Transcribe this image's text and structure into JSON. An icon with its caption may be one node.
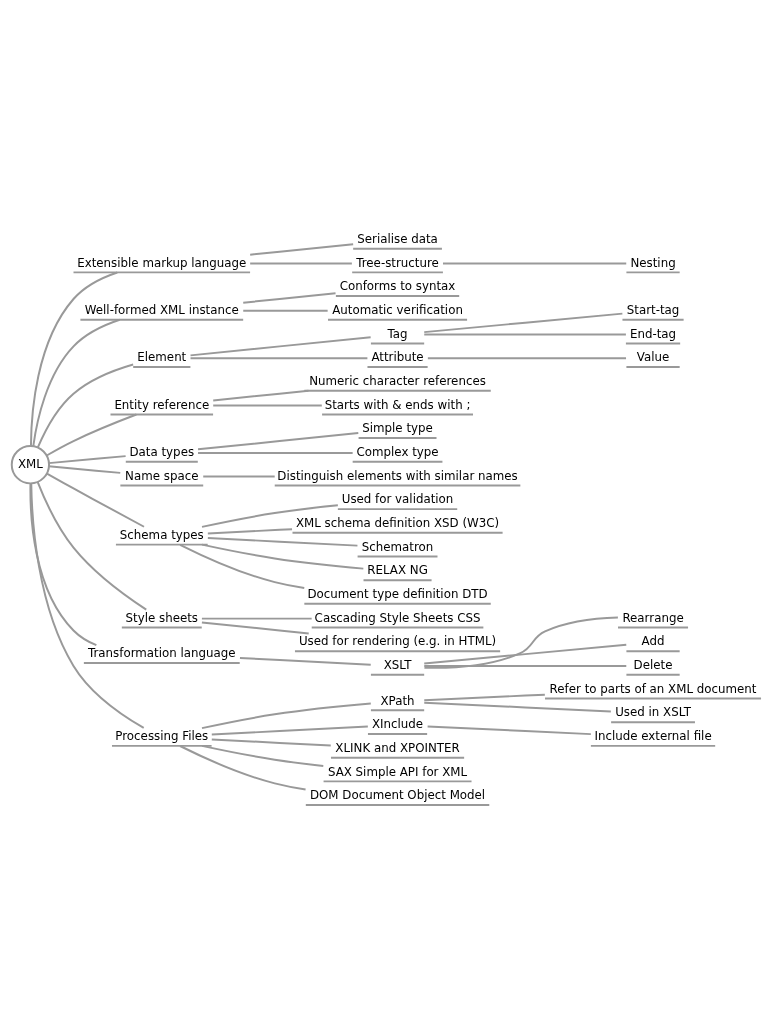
{
  "diagram": {
    "nodes": [
      {
        "text": [
          "XML"
        ]
      },
      {
        "text": [
          "Extensible markup language"
        ]
      },
      {
        "text": [
          "Serialise data"
        ]
      },
      {
        "text": [
          "Tree-structure"
        ]
      },
      {
        "text": [
          "Nesting"
        ]
      },
      {
        "text": [
          "Well-formed XML instance"
        ]
      },
      {
        "text": [
          "Conforms to syntax"
        ]
      },
      {
        "text": [
          "Automatic verification"
        ]
      },
      {
        "text": [
          "Element"
        ]
      },
      {
        "text": [
          "Tag"
        ]
      },
      {
        "text": [
          "Start-tag"
        ]
      },
      {
        "text": [
          "End-tag"
        ]
      },
      {
        "text": [
          "Attribute"
        ]
      },
      {
        "text": [
          "Value"
        ]
      },
      {
        "text": [
          "Entity reference"
        ]
      },
      {
        "text": [
          "Numeric character references"
        ]
      },
      {
        "text": [
          "Starts with & ends with ;"
        ]
      },
      {
        "text": [
          "Data types"
        ]
      },
      {
        "text": [
          "Simple type"
        ]
      },
      {
        "text": [
          "Complex type"
        ]
      },
      {
        "text": [
          "Name space"
        ]
      },
      {
        "text": [
          "Distinguish elements with similar names"
        ]
      },
      {
        "text": [
          "Schema types"
        ]
      },
      {
        "text": [
          "Used for validation"
        ]
      },
      {
        "text": [
          "XML schema definition XSD (W3C)"
        ]
      },
      {
        "text": [
          "Schematron"
        ]
      },
      {
        "text": [
          "RELAX NG"
        ]
      },
      {
        "text": [
          "Document type definition DTD"
        ]
      },
      {
        "text": [
          "Style sheets"
        ]
      },
      {
        "text": [
          "Cascading Style Sheets CSS"
        ]
      },
      {
        "text": [
          "Used for rendering (e.g. in HTML)"
        ]
      },
      {
        "text": [
          "Transformation language"
        ]
      },
      {
        "text": [
          "XSLT"
        ]
      },
      {
        "text": [
          "Rearrange"
        ]
      },
      {
        "text": [
          "Add"
        ]
      },
      {
        "text": [
          "Delete"
        ]
      },
      {
        "text": [
          "Processing Files"
        ]
      },
      {
        "text": [
          "XPath"
        ]
      },
      {
        "text": [
          "Refer to parts of an XML document"
        ]
      },
      {
        "text": [
          "Used in XSLT"
        ]
      },
      {
        "text": [
          "XInclude"
        ]
      },
      {
        "text": [
          "Include external file"
        ]
      },
      {
        "text": [
          "XLINK and XPOINTER"
        ]
      },
      {
        "text": [
          "SAX Simple API for XML"
        ]
      },
      {
        "text": [
          "DOM Document Object Model"
        ]
      }
    ],
    "edges": [
      {
        "from": 0,
        "to": 1,
        "arrow": "none"
      },
      {
        "from": 1,
        "to": 2,
        "arrow": "none"
      },
      {
        "from": 1,
        "to": 3,
        "arrow": "none"
      },
      {
        "from": 3,
        "to": 4,
        "arrow": "none"
      },
      {
        "from": 0,
        "to": 5,
        "arrow": "none"
      },
      {
        "from": 5,
        "to": 6,
        "arrow": "none"
      },
      {
        "from": 5,
        "to": 7,
        "arrow": "none"
      },
      {
        "from": 0,
        "to": 8,
        "arrow": "none"
      },
      {
        "from": 8,
        "to": 9,
        "arrow": "none"
      },
      {
        "from": 9,
        "to": 10,
        "arrow": "none"
      },
      {
        "from": 9,
        "to": 11,
        "arrow": "none"
      },
      {
        "from": 8,
        "to": 12,
        "arrow": "none"
      },
      {
        "from": 12,
        "to": 13,
        "arrow": "none"
      },
      {
        "from": 0,
        "to": 14,
        "arrow": "none"
      },
      {
        "from": 14,
        "to": 15,
        "arrow": "none"
      },
      {
        "from": 14,
        "to": 16,
        "arrow": "none"
      },
      {
        "from": 0,
        "to": 17,
        "arrow": "none"
      },
      {
        "from": 17,
        "to": 18,
        "arrow": "none"
      },
      {
        "from": 17,
        "to": 19,
        "arrow": "none"
      },
      {
        "from": 0,
        "to": 20,
        "arrow": "none"
      },
      {
        "from": 20,
        "to": 21,
        "arrow": "none"
      },
      {
        "from": 0,
        "to": 22,
        "arrow": "none"
      },
      {
        "from": 22,
        "to": 23,
        "arrow": "none"
      },
      {
        "from": 22,
        "to": 24,
        "arrow": "none"
      },
      {
        "from": 22,
        "to": 25,
        "arrow": "none"
      },
      {
        "from": 22,
        "to": 26,
        "arrow": "none"
      },
      {
        "from": 22,
        "to": 27,
        "arrow": "none"
      },
      {
        "from": 0,
        "to": 28,
        "arrow": "none"
      },
      {
        "from": 28,
        "to": 29,
        "arrow": "none"
      },
      {
        "from": 28,
        "to": 30,
        "arrow": "none"
      },
      {
        "from": 0,
        "to": 31,
        "arrow": "none"
      },
      {
        "from": 31,
        "to": 32,
        "arrow": "none"
      },
      {
        "from": 32,
        "to": 33,
        "arrow": "none"
      },
      {
        "from": 32,
        "to": 34,
        "arrow": "none"
      },
      {
        "from": 32,
        "to": 35,
        "arrow": "none"
      },
      {
        "from": 0,
        "to": 36,
        "arrow": "none"
      },
      {
        "from": 36,
        "to": 37,
        "arrow": "none"
      },
      {
        "from": 37,
        "to": 38,
        "arrow": "none"
      },
      {
        "from": 37,
        "to": 39,
        "arrow": "none"
      },
      {
        "from": 36,
        "to": 40,
        "arrow": "none"
      },
      {
        "from": 40,
        "to": 41,
        "arrow": "none"
      },
      {
        "from": 36,
        "to": 42,
        "arrow": "none"
      },
      {
        "from": 36,
        "to": 43,
        "arrow": "none"
      },
      {
        "from": 36,
        "to": 44,
        "arrow": "none"
      }
    ]
  }
}
